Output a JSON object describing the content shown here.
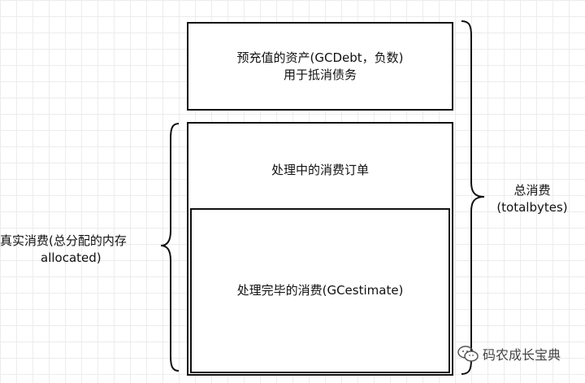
{
  "boxes": {
    "prepaid_line1": "预充值的资产(GCDebt，负数)",
    "prepaid_line2": "用于抵消债务",
    "processing": "处理中的消费订单",
    "completed": "处理完毕的消费(GCestimate)"
  },
  "labels": {
    "total_line1": "总消费",
    "total_line2": "(totalbytes)",
    "real_line1": "真实消费(总分配的内存",
    "real_line2": "allocated)"
  },
  "watermark": {
    "text": "码农成长宝典",
    "icon": "wechat-icon"
  },
  "colors": {
    "stroke": "#111111",
    "grid": "#ececec",
    "background": "#ffffff"
  }
}
